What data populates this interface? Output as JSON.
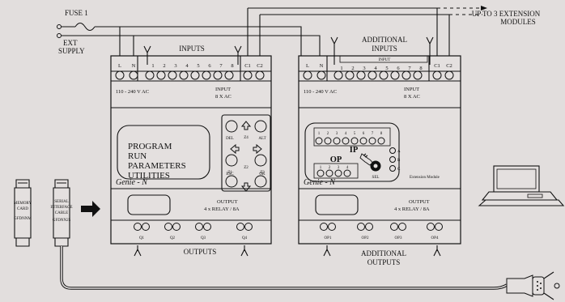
{
  "fuse": "FUSE 1",
  "ext_supply": [
    "EXT",
    "SUPPLY"
  ],
  "extension_note": [
    "UP TO 3 EXTENSION",
    "MODULES"
  ],
  "main": {
    "inputs_title": "INPUTS",
    "terminals": [
      "L",
      "N",
      "1",
      "2",
      "3",
      "4",
      "5",
      "6",
      "7",
      "8",
      "C1",
      "C2"
    ],
    "voltage": "110 - 240 V AC",
    "input_spec": [
      "INPUT",
      "8 X AC"
    ],
    "menu": [
      "PROGRAM",
      "RUN",
      "PARAMETERS",
      "UTILITIES"
    ],
    "keys": {
      "del": "DEL",
      "alt": "ALT",
      "z4": "Z4",
      "z1": "Z1",
      "z2": "Z2",
      "z3": "Z3",
      "esc": "ESC",
      "ok": "OK"
    },
    "brand": "Genie - N",
    "output_spec": [
      "OUTPUT",
      "4 x RELAY / 8A"
    ],
    "relays": [
      "Q1",
      "Q2",
      "Q3",
      "Q4"
    ],
    "outputs_title": "OUTPUTS"
  },
  "ext": {
    "title": [
      "ADDITIONAL",
      "INPUTS"
    ],
    "input_band": "INPUT",
    "terminals": [
      "L",
      "N",
      "1",
      "2",
      "3",
      "4",
      "5",
      "6",
      "7",
      "8",
      "C1",
      "C2"
    ],
    "voltage": "110 - 240 V AC",
    "input_spec": [
      "INPUT",
      "8 X AC"
    ],
    "ip_label": "IP",
    "ip_leds": [
      "1",
      "2",
      "3",
      "4",
      "5",
      "6",
      "7",
      "8"
    ],
    "op_label": "OP",
    "op_leds": [
      "1",
      "2",
      "3",
      "4"
    ],
    "side_leds": [
      "A",
      "B",
      "C"
    ],
    "sel": "SEL",
    "brand": "Genie - N",
    "ext_module": "Extension Module",
    "output_spec": [
      "OUTPUT",
      "4 x RELAY / 8A"
    ],
    "relays": [
      "OP1",
      "OP2",
      "OP3",
      "OP4"
    ],
    "outputs_title": [
      "ADDITIONAL",
      "OUTPUTS"
    ]
  },
  "memory_card": [
    "MEMORY",
    "CARD",
    "GFDNNM"
  ],
  "serial_cable": [
    "SERIAL",
    "INTERFACE",
    "CABLE",
    "GFDNN25"
  ]
}
